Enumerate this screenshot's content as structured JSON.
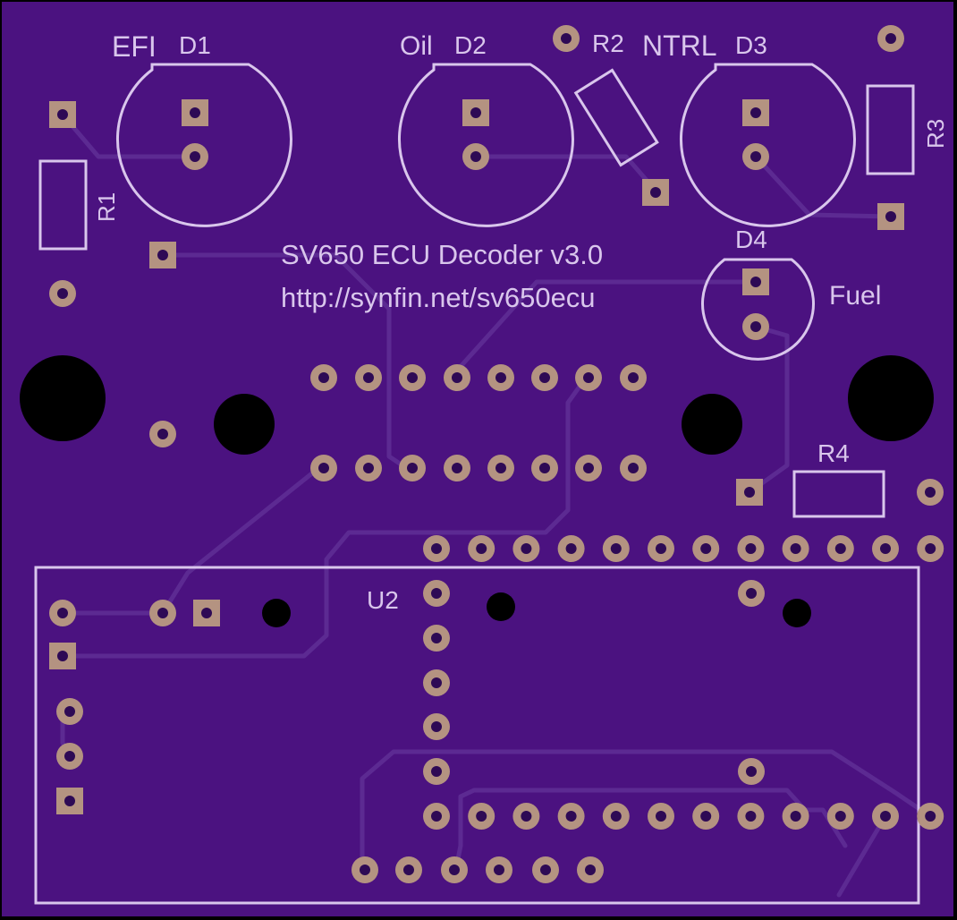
{
  "board": {
    "title": "SV650 ECU Decoder v3.0",
    "url": "http://synfin.net/sv650ecu",
    "colors": {
      "board": "#4b1280",
      "trace": "#5c2a92",
      "silk": "#d9c6ec",
      "pad": "#b49381",
      "hole": "#2e0a55",
      "mount": "#000000"
    }
  },
  "labels": {
    "efi": "EFI",
    "d1": "D1",
    "oil": "Oil",
    "d2": "D2",
    "r2": "R2",
    "ntrl": "NTRL",
    "d3": "D3",
    "r1": "R1",
    "r3": "R3",
    "d4": "D4",
    "fuel": "Fuel",
    "r4": "R4",
    "u2": "U2"
  }
}
